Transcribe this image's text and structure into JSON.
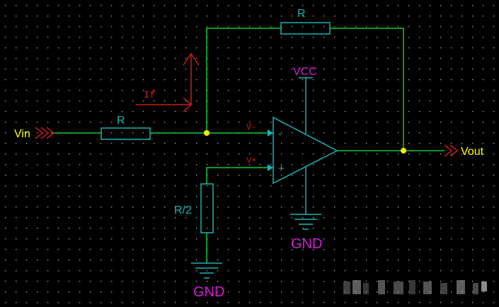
{
  "labels": {
    "vin": "Vin",
    "vout": "Vout",
    "r_input": "R",
    "r_feedback": "R",
    "r_half": "R/2",
    "vcc": "VCC",
    "gnd_opamp": "GND",
    "gnd_resistor": "GND",
    "if_current": "If",
    "v_minus": "V-",
    "v_plus": "V+",
    "minus_sign": "-",
    "plus_sign": "+"
  },
  "colors": {
    "background": "#000000",
    "grid_dot": "#b8b8b8",
    "wire": "#19c832",
    "component": "#19b4b4",
    "port_text": "#ffff00",
    "port_arrow": "#c81e1e",
    "power_text": "#d21ed2",
    "current_arrow": "#c81e1e",
    "junction": "#f0f000"
  }
}
